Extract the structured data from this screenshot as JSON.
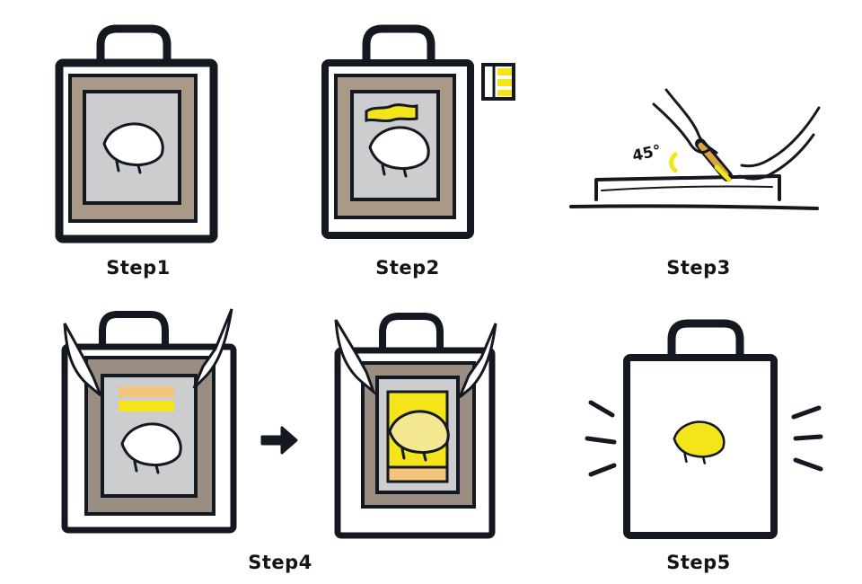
{
  "steps": {
    "step1": "Step1",
    "step2": "Step2",
    "step3": "Step3",
    "step4": "Step4",
    "step5": "Step5"
  },
  "annotation": {
    "angle": "45°"
  },
  "colors": {
    "ink": "#141820",
    "frame": "#aa9a88",
    "screen": "#cccdcf",
    "ink_yellow": "#f4e41a",
    "ink_orange": "#f3c57c",
    "bag": "#ffffff"
  },
  "icons": [
    "hedgehog-icon",
    "ink-jar-icon",
    "squeegee-icon",
    "arrow-right-icon",
    "motion-lines-icon"
  ]
}
